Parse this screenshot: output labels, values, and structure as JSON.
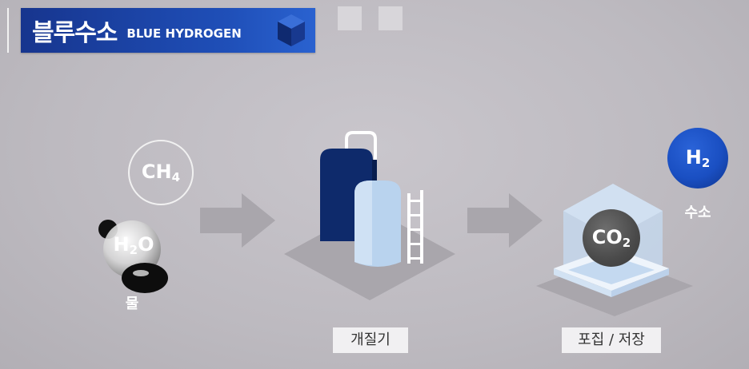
{
  "title": {
    "korean": "블루수소",
    "english": "BLUE HYDROGEN"
  },
  "molecules": {
    "methane": {
      "symbol": "CH",
      "subscript": "4"
    },
    "water": {
      "symbol": "H",
      "subscript": "2",
      "suffix": "O",
      "caption": "물"
    },
    "carbon_dioxide": {
      "symbol": "CO",
      "subscript": "2"
    },
    "hydrogen": {
      "symbol": "H",
      "subscript": "2",
      "caption": "수소"
    }
  },
  "steps": {
    "reformer_label": "개질기",
    "capture_label": "포집 / 저장"
  },
  "colors": {
    "banner": "#1f4fb8",
    "tank_dark": "#0e2a6b",
    "tank_light": "#b9d3ee",
    "hydrogen": "#1a4fc2",
    "co2": "#4a4a4a"
  }
}
